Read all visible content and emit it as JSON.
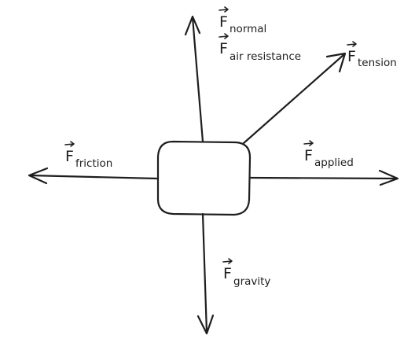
{
  "diagram": {
    "object": {
      "label": ""
    },
    "forces": {
      "normal": {
        "symbol": "F",
        "subscript": "normal"
      },
      "air_resistance": {
        "symbol": "F",
        "subscript": "air resistance"
      },
      "tension": {
        "symbol": "F",
        "subscript": "tension"
      },
      "friction": {
        "symbol": "F",
        "subscript": "friction"
      },
      "applied": {
        "symbol": "F",
        "subscript": "applied"
      },
      "gravity": {
        "symbol": "F",
        "subscript": "gravity"
      }
    },
    "colors": {
      "ink": "#1e1e1e",
      "background": "#ffffff"
    }
  }
}
